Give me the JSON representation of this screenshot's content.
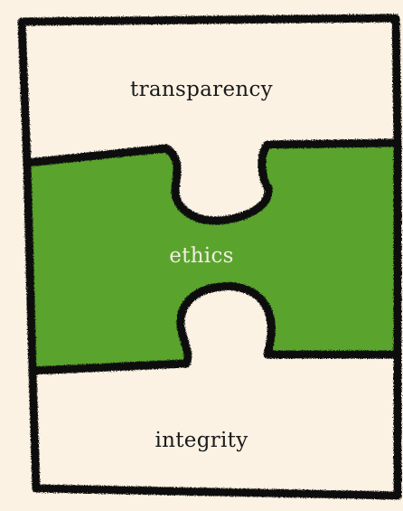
{
  "pieces": {
    "top": {
      "label": "transparency",
      "color": "#fbf2e4"
    },
    "middle": {
      "label": "ethics",
      "color": "#5aa42e"
    },
    "bottom": {
      "label": "integrity",
      "color": "#fbf2e4"
    }
  },
  "colors": {
    "background": "#fbf2e4",
    "outline": "#111111",
    "middle_text": "#f3efe2",
    "text": "#1a1a1a"
  }
}
